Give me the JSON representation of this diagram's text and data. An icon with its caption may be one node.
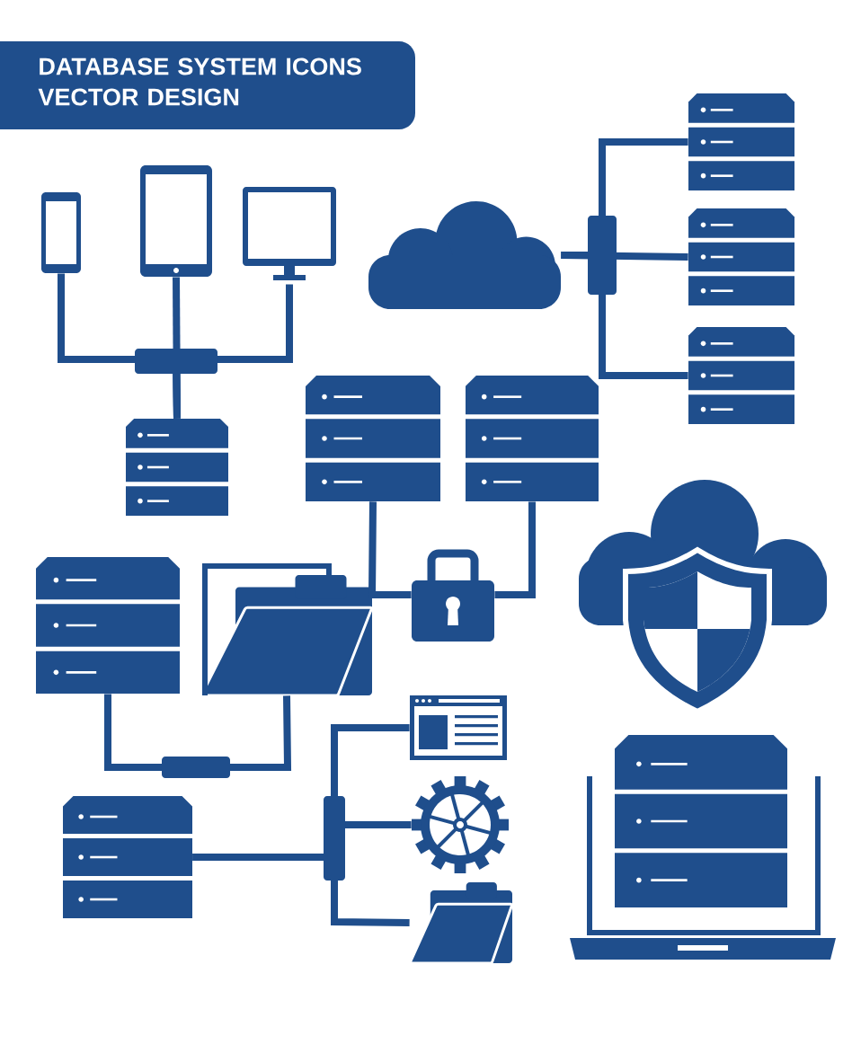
{
  "diagram": {
    "title": "DATABASE SYSTEM ICONS VECTOR DESIGN",
    "nodes": [
      {
        "text": [],
        "shape": "phone"
      },
      {
        "text": [],
        "shape": "tablet"
      },
      {
        "text": [],
        "shape": "monitor"
      },
      {
        "text": [],
        "shape": "server"
      },
      {
        "text": [],
        "shape": "cloud"
      },
      {
        "text": [],
        "shape": "server"
      },
      {
        "text": [],
        "shape": "server"
      },
      {
        "text": [],
        "shape": "server"
      },
      {
        "text": [],
        "shape": "server"
      },
      {
        "text": [],
        "shape": "server"
      },
      {
        "text": [],
        "shape": "lock"
      },
      {
        "text": [],
        "shape": "server"
      },
      {
        "text": [],
        "shape": "folder"
      },
      {
        "text": [],
        "shape": "server"
      },
      {
        "text": [],
        "shape": "window"
      },
      {
        "text": [],
        "shape": "gear"
      },
      {
        "text": [],
        "shape": "folder"
      }
    ],
    "edges": [
      {
        "from": 0,
        "to": 3,
        "arrow": "none"
      },
      {
        "from": 1,
        "to": 3,
        "arrow": "none"
      },
      {
        "from": 2,
        "to": 3,
        "arrow": "none"
      },
      {
        "from": 4,
        "to": 5,
        "arrow": "none"
      },
      {
        "from": 4,
        "to": 6,
        "arrow": "none"
      },
      {
        "from": 4,
        "to": 7,
        "arrow": "none"
      },
      {
        "from": 8,
        "to": 10,
        "arrow": "none"
      },
      {
        "from": 9,
        "to": 10,
        "arrow": "none"
      },
      {
        "from": 11,
        "to": 12,
        "arrow": "none"
      },
      {
        "from": 13,
        "to": 14,
        "arrow": "none"
      },
      {
        "from": 13,
        "to": 15,
        "arrow": "none"
      },
      {
        "from": 13,
        "to": 16,
        "arrow": "none"
      }
    ]
  }
}
